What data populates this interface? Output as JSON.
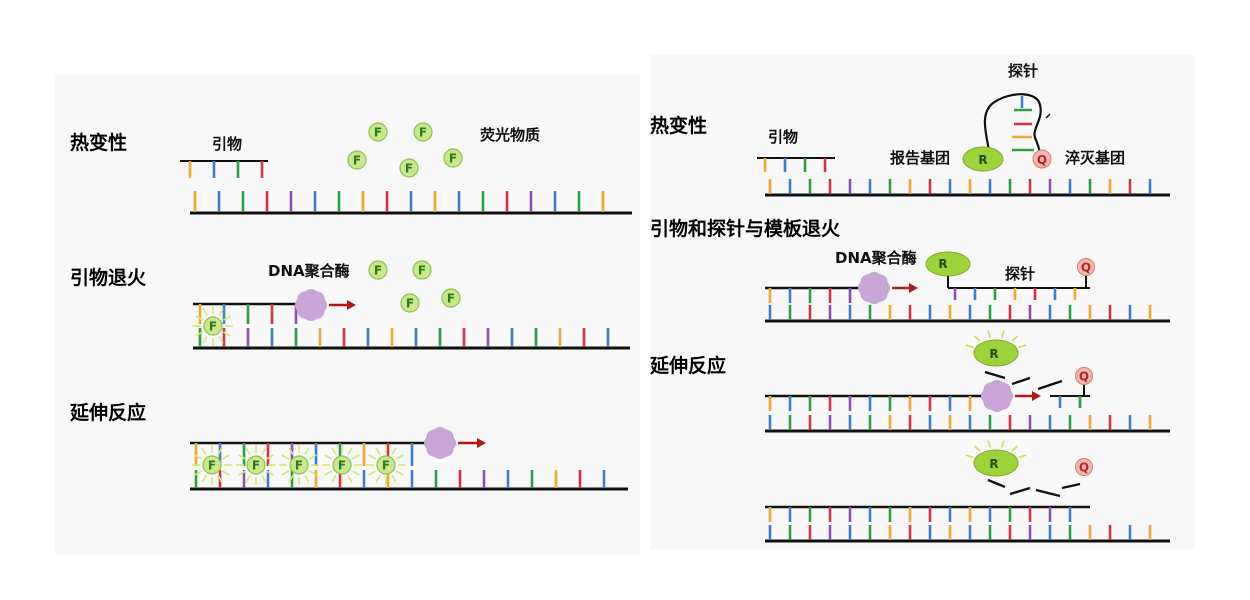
{
  "colors": {
    "stage_label": "#2323b4",
    "strand": "#111111",
    "base_orange": "#f0a830",
    "base_blue": "#3a7fd0",
    "base_green": "#2aa040",
    "base_red": "#d83048",
    "base_purple": "#8a50b8",
    "fluor_fill": "#c9e88a",
    "fluor_text": "#2d7a20",
    "polymerase": "#c8a4d8",
    "arrow": "#b01818",
    "reporter": "#9ed23a",
    "quencher": "#f2b8b0",
    "quencher_text": "#c02020"
  },
  "left": {
    "stages": [
      "热变性",
      "引物退火",
      "延伸反应"
    ],
    "primer_label": "引物",
    "fluor_label": "荧光物质",
    "polymerase_label": "DNA聚合酶",
    "fluor_letter": "F"
  },
  "right": {
    "stages": [
      "热变性",
      "引物和探针与模板退火",
      "延伸反应"
    ],
    "probe_title": "探针",
    "primer_label": "引物",
    "reporter_label": "报告基团",
    "quencher_label": "淬灭基团",
    "polymerase_label": "DNA聚合酶",
    "probe_label": "探针",
    "reporter_letter": "R",
    "quencher_letter": "Q"
  }
}
